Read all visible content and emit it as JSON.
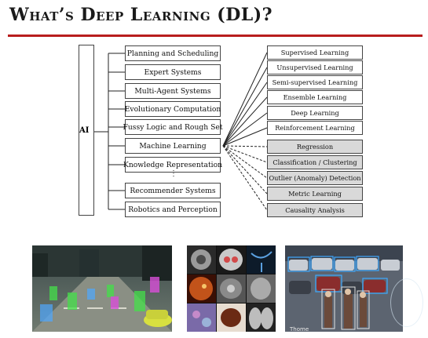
{
  "title": "What’s Deep Learning (DL)?",
  "colors": {
    "rule": "#b81d1d",
    "grey_box": "#d9d9d9",
    "line": "#222222"
  },
  "ai_label": "AI",
  "ellipsis": "⋮",
  "fields": [
    "Planning and Scheduling",
    "Expert Systems",
    "Multi-Agent Systems",
    "Evolutionary Computation",
    "Fussy Logic and Rough Set",
    "Machine Learning",
    "Knowledge Representation",
    "Recommender Systems",
    "Robotics and Perception"
  ],
  "ml_approaches": [
    "Supervised Learning",
    "Unsupervised Learning",
    "Semi-supervised Learning",
    "Ensemble Learning",
    "Deep Learning",
    "Reinforcement Learning"
  ],
  "ml_tasks": [
    "Regression",
    "Classification / Clustering",
    "Outlier (Anomaly) Detection",
    "Metric Learning",
    "Causality Analysis"
  ],
  "photo_credit": "Thome"
}
